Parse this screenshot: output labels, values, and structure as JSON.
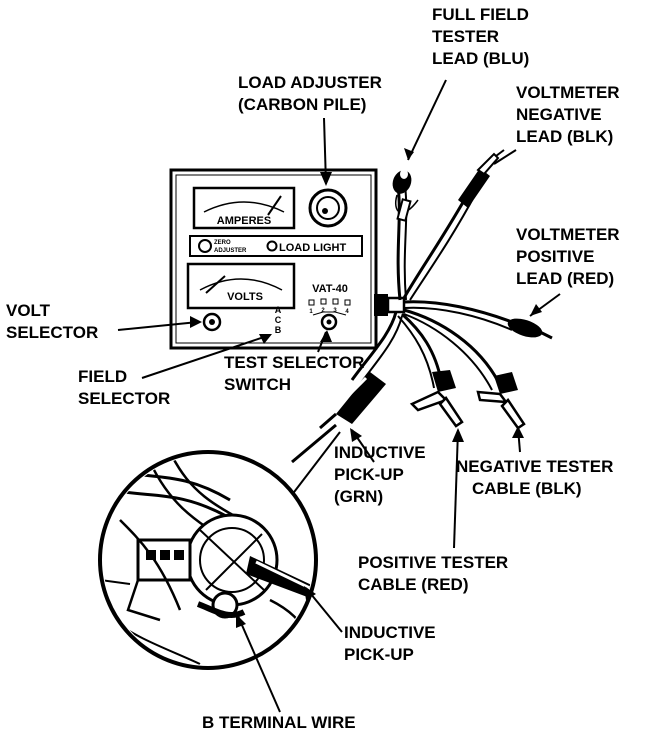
{
  "labels": {
    "full_field_1": "FULL FIELD",
    "full_field_2": "TESTER",
    "full_field_3": "LEAD (BLU)",
    "load_adj_1": "LOAD ADJUSTER",
    "load_adj_2": "(CARBON PILE)",
    "vm_neg_1": "VOLTMETER",
    "vm_neg_2": "NEGATIVE",
    "vm_neg_3": "LEAD (BLK)",
    "vm_pos_1": "VOLTMETER",
    "vm_pos_2": "POSITIVE",
    "vm_pos_3": "LEAD (RED)",
    "volt_sel_1": "VOLT",
    "volt_sel_2": "SELECTOR",
    "field_sel_1": "FIELD",
    "field_sel_2": "SELECTOR",
    "test_sel_1": "TEST SELECTOR",
    "test_sel_2": "SWITCH",
    "ind_grn_1": "INDUCTIVE",
    "ind_grn_2": "PICK-UP",
    "ind_grn_3": "(GRN)",
    "neg_tester_1": "NEGATIVE TESTER",
    "neg_tester_2": "CABLE (BLK)",
    "pos_tester_1": "POSITIVE TESTER",
    "pos_tester_2": "CABLE (RED)",
    "ind_1": "INDUCTIVE",
    "ind_2": "PICK-UP",
    "b_terminal": "B TERMINAL WIRE"
  },
  "panel": {
    "amperes": "AMPERES",
    "volts": "VOLTS",
    "zero_1": "ZERO",
    "zero_2": "ADJUSTER",
    "load_light": "LOAD LIGHT",
    "model": "VAT-40",
    "sel_a": "A",
    "sel_c": "C",
    "sel_b": "B",
    "sw_1": "1",
    "sw_2": "2",
    "sw_3": "3",
    "sw_4": "4"
  }
}
